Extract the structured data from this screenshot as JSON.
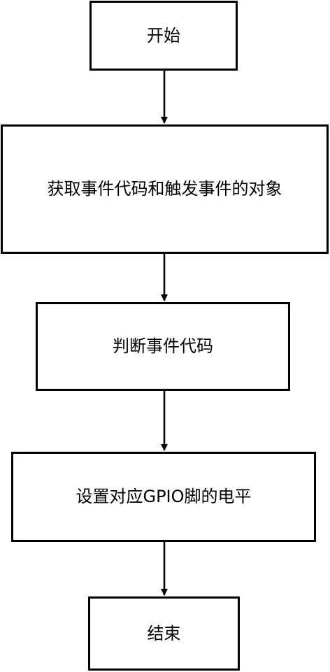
{
  "diagram": {
    "nodes": {
      "start": "开始",
      "get_event": "获取事件代码和触发事件的对象",
      "judge": "判断事件代码",
      "set_level": "设置对应GPIO脚的电平",
      "end": "结束"
    },
    "edges": [
      {
        "from": "start",
        "to": "get_event"
      },
      {
        "from": "get_event",
        "to": "judge"
      },
      {
        "from": "judge",
        "to": "set_level"
      },
      {
        "from": "set_level",
        "to": "end"
      }
    ],
    "colors": {
      "stroke": "#000000",
      "fill": "#ffffff"
    }
  }
}
